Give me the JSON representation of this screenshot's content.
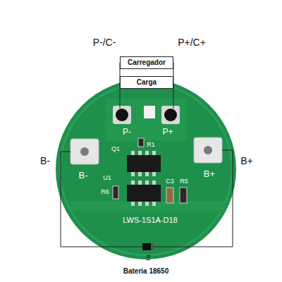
{
  "diagram": {
    "nodes": [
      {
        "text": [
          "Carregador"
        ]
      },
      {
        "text": [
          "Carga"
        ]
      }
    ],
    "labels": [
      "P-/C-",
      "P+/C+",
      "P-",
      "P+",
      "Q1",
      "R1",
      "B-",
      "B+",
      "B-",
      "U1",
      "B+",
      "C3",
      "R5",
      "R6",
      "LWS-1S1A-D18",
      "B1",
      "Bateria 18650"
    ]
  }
}
